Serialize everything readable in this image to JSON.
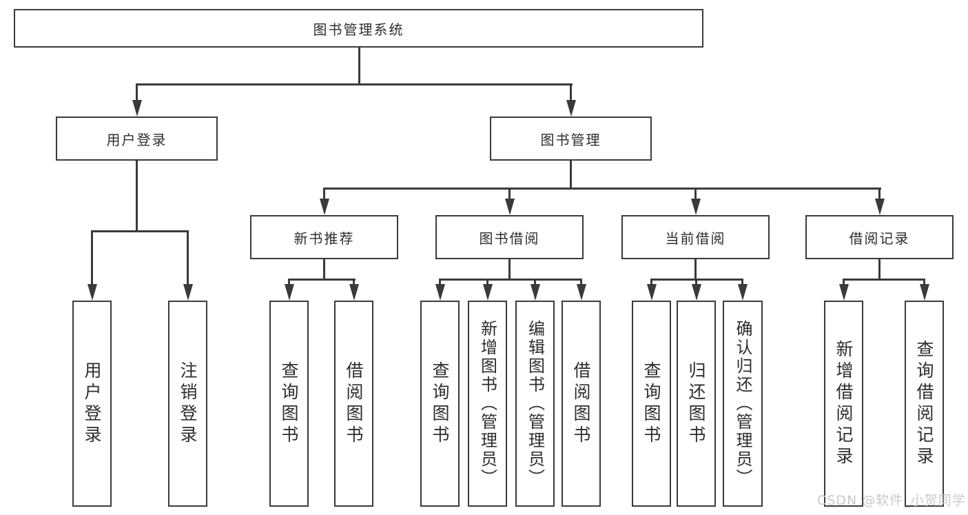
{
  "diagram": {
    "root": "图书管理系统",
    "level2": {
      "user_login": "用户登录",
      "book_management": "图书管理"
    },
    "level3": {
      "new_book_recommend": "新书推荐",
      "book_borrow": "图书借阅",
      "current_borrow": "当前借阅",
      "borrow_records": "借阅记录"
    },
    "leaves": {
      "login": [
        "用户登录",
        "注销登录"
      ],
      "recommend": [
        "查询图书",
        "借阅图书"
      ],
      "borrow": [
        "查询图书",
        "新增图书（管理员）",
        "编辑图书（管理员）",
        "借阅图书"
      ],
      "current": [
        "查询图书",
        "归还图书",
        "确认归还（管理员）"
      ],
      "records": [
        "新增借阅记录",
        "查询借阅记录"
      ]
    }
  },
  "watermark": "CSDN @软件_小贺同学",
  "colors": {
    "line": "#3a3a3a",
    "text": "#2d2d2d",
    "background": "#ffffff",
    "watermark": "#c9c9c9"
  }
}
